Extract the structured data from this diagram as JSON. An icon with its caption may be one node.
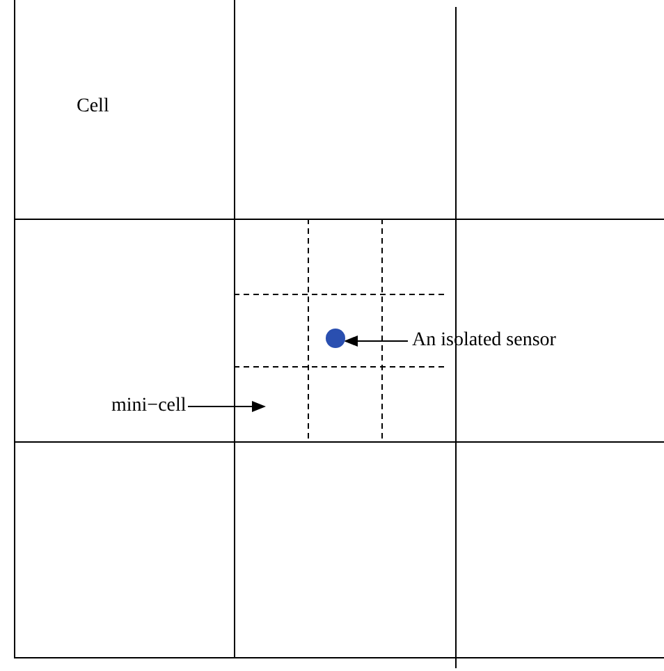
{
  "diagram": {
    "nodes": [
      {
        "text": [
          "An isolated sensor"
        ]
      },
      {
        "text": [],
        "shape": "circle"
      },
      {
        "text": [
          "mini−cell"
        ]
      }
    ],
    "edges": [
      {
        "from": 0,
        "to": 1,
        "arrow": "to"
      },
      {
        "from": 2,
        "to": null,
        "arrow": "to"
      }
    ],
    "labels": [
      "Cell"
    ]
  }
}
